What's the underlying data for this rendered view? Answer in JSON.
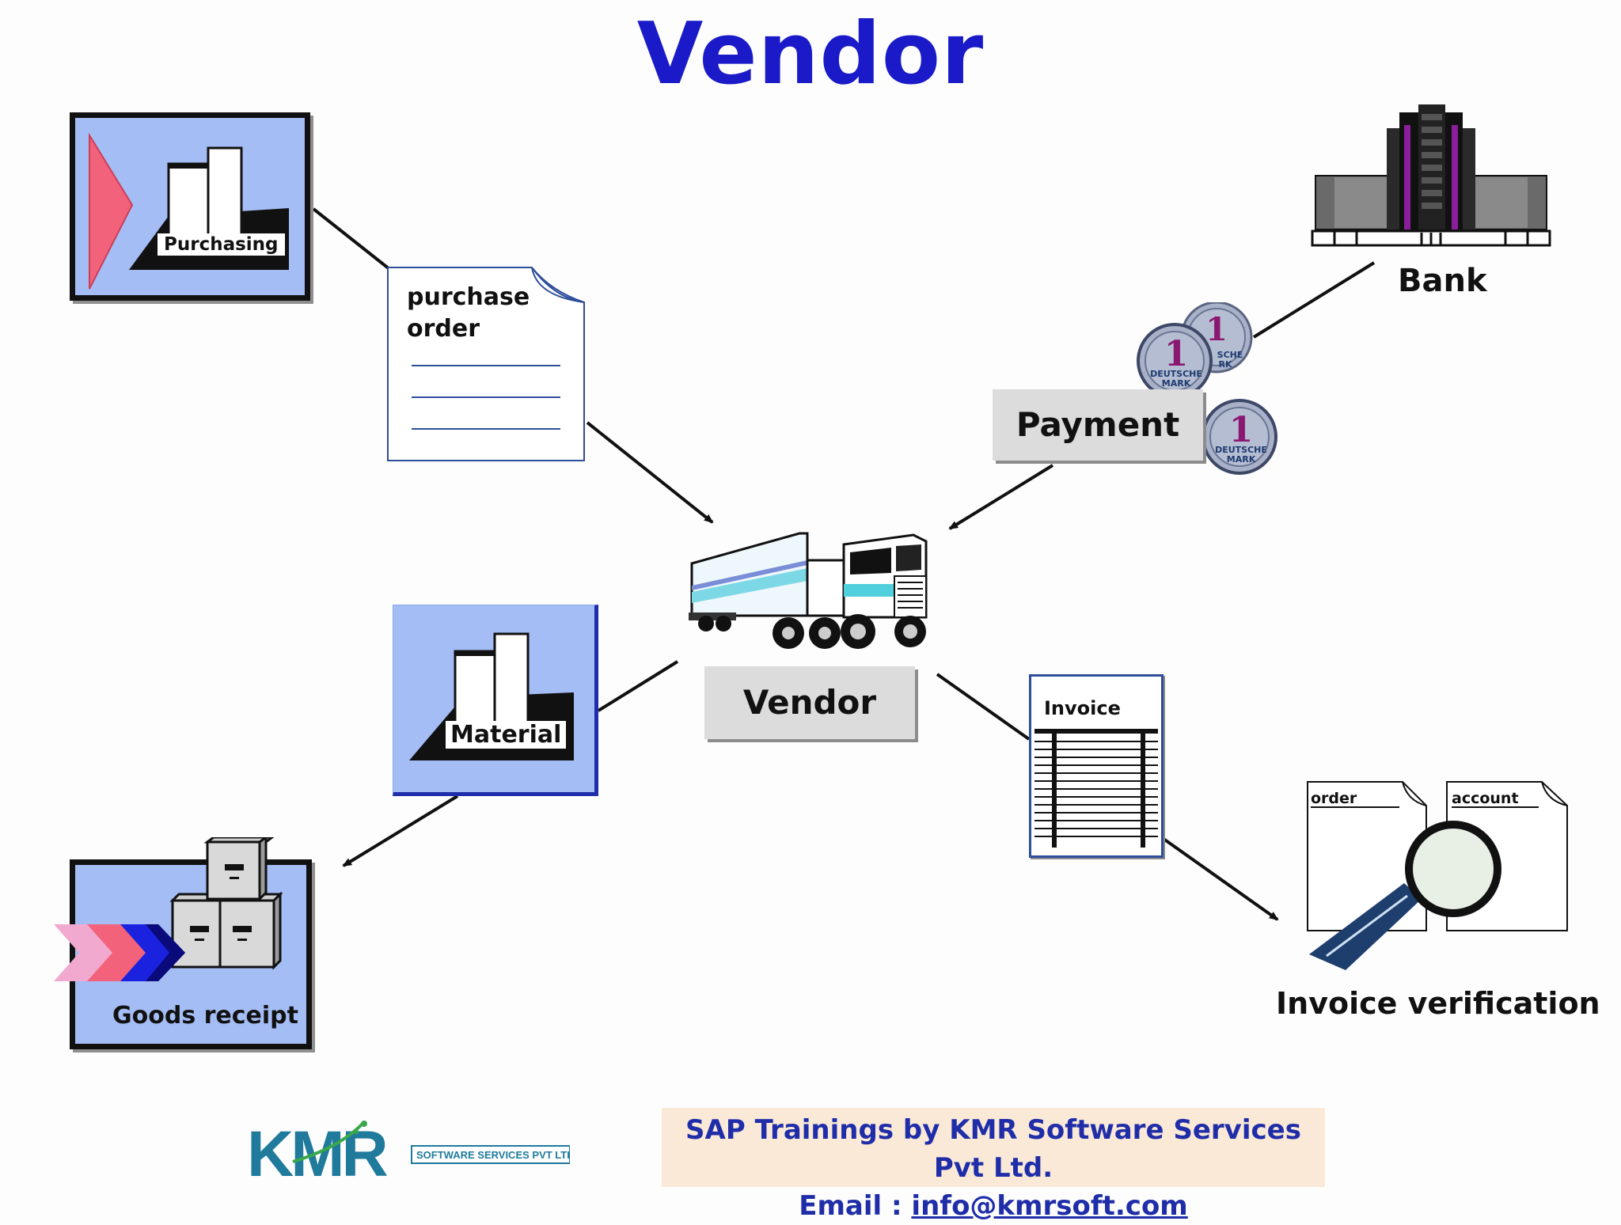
{
  "title": "Vendor",
  "nodes": {
    "purchasing": "Purchasing",
    "purchase_order": {
      "line1": "purchase",
      "line2": "order"
    },
    "bank": "Bank",
    "payment": "Payment",
    "vendor": "Vendor",
    "material": "Material",
    "invoice": "Invoice",
    "goods_receipt": "Goods receipt",
    "invoice_verification": "Invoice verification",
    "order_doc": "order",
    "account_doc": "account"
  },
  "coins": {
    "value": "1",
    "text1": "DEUTSCHE",
    "text2": "MARK",
    "partial1": "SCHE",
    "partial2": "RK"
  },
  "footer": {
    "line1": "SAP Trainings by KMR Software Services Pvt Ltd.",
    "email_label": "Email : ",
    "email": "info@kmrsoft.com"
  },
  "logo": {
    "text": "KMR",
    "tagline": "SOFTWARE SERVICES PVT LTD"
  },
  "colors": {
    "title": "#1a1ac8",
    "panel_blue": "#a4bdf5",
    "footer_bg": "#fbe9d8",
    "footer_text": "#1f2ea8",
    "logo": "#1f7a9c"
  }
}
